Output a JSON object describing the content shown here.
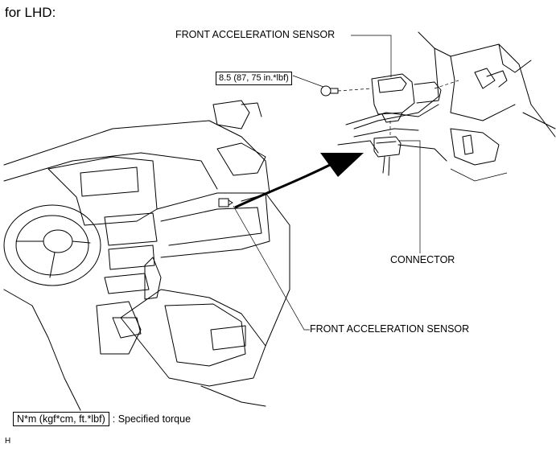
{
  "heading": "for LHD:",
  "labels": {
    "front_sensor_top": "FRONT ACCELERATION SENSOR",
    "connector": "CONNECTOR",
    "front_sensor_bottom": "FRONT ACCELERATION SENSOR"
  },
  "torque_spec": "8.5 (87, 75 in.*lbf)",
  "legend": {
    "box": "N*m (kgf*cm, ft.*lbf)",
    "text": ": Specified torque"
  },
  "footer_code": "H"
}
